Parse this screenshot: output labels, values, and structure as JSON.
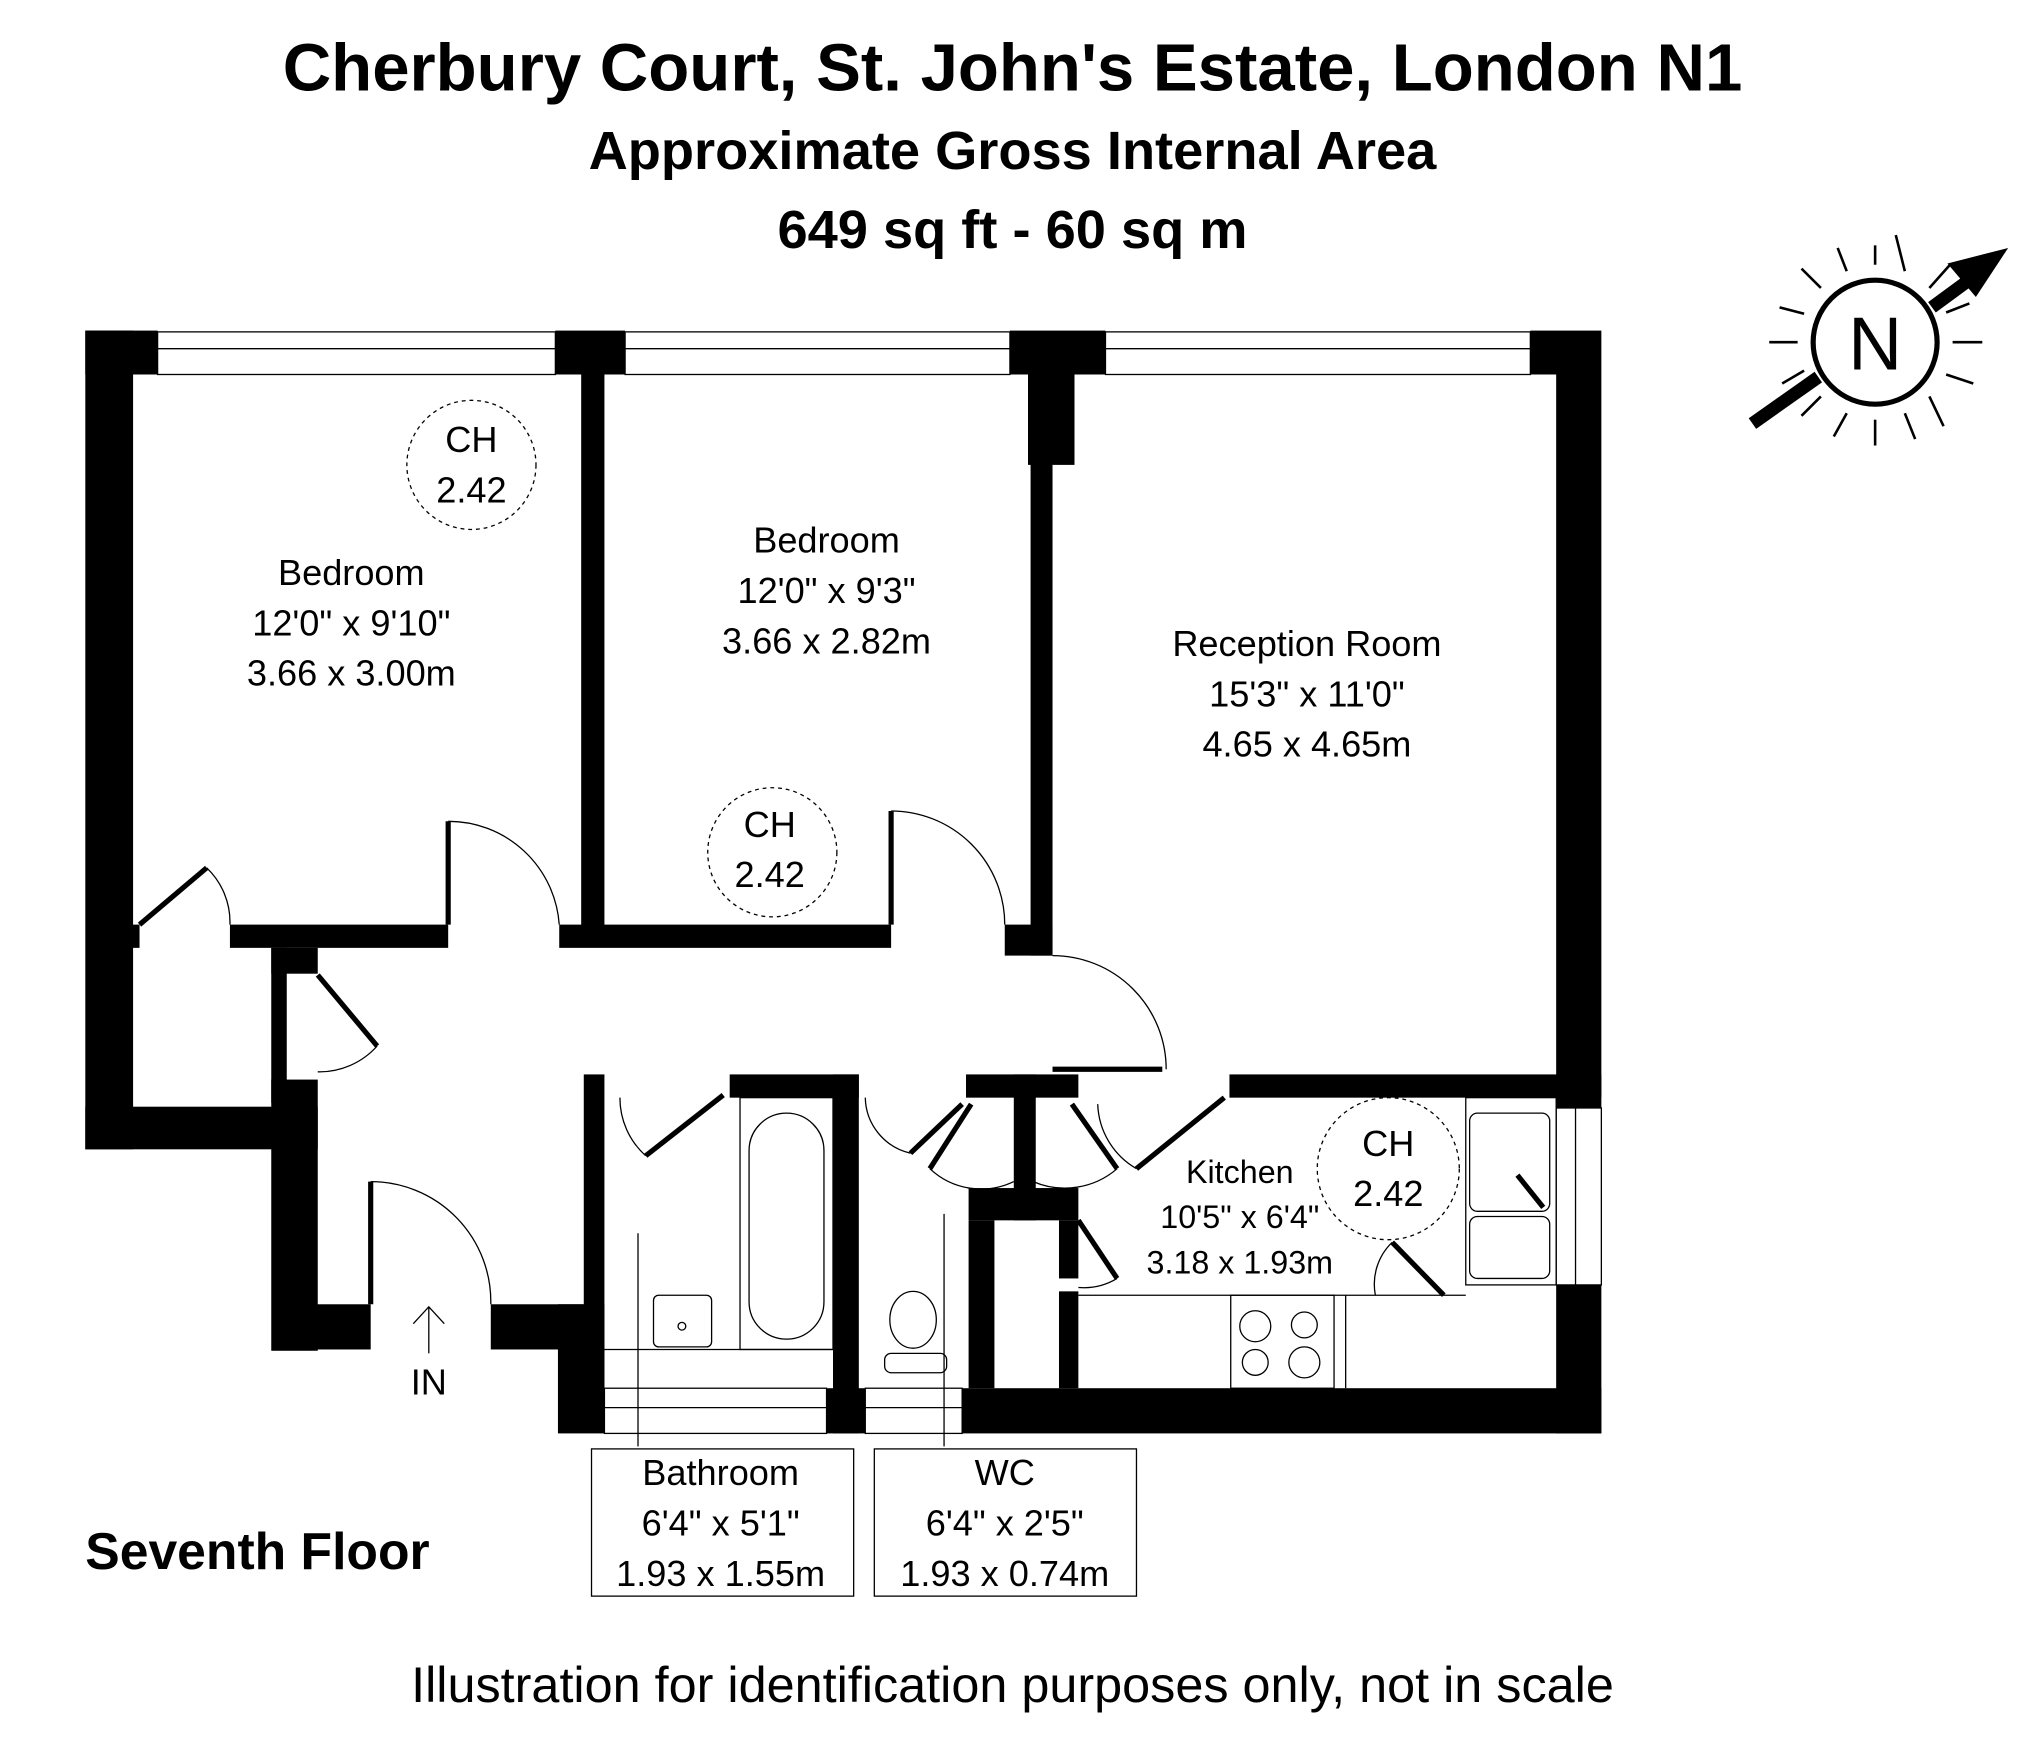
{
  "header": {
    "title": "Cherbury Court, St. John's Estate, London N1",
    "subtitle": "Approximate Gross Internal Area",
    "area": "649 sq ft - 60 sq m"
  },
  "compass": {
    "label": "N"
  },
  "rooms": {
    "bedroom1": {
      "name": "Bedroom",
      "imperial": "12'0\" x 9'10\"",
      "metric": "3.66 x 3.00m",
      "ch_label": "CH",
      "ch_value": "2.42"
    },
    "bedroom2": {
      "name": "Bedroom",
      "imperial": "12'0\" x 9'3\"",
      "metric": "3.66 x 2.82m",
      "ch_label": "CH",
      "ch_value": "2.42"
    },
    "reception": {
      "name": "Reception Room",
      "imperial": "15'3\" x 11'0\"",
      "metric": "4.65 x 4.65m"
    },
    "kitchen": {
      "name": "Kitchen",
      "imperial": "10'5\" x 6'4\"",
      "metric": "3.18 x 1.93m",
      "ch_label": "CH",
      "ch_value": "2.42"
    },
    "bathroom": {
      "name": "Bathroom",
      "imperial": "6'4\" x 5'1\"",
      "metric": "1.93 x 1.55m"
    },
    "wc": {
      "name": "WC",
      "imperial": "6'4\" x 2'5\"",
      "metric": "1.93 x 0.74m"
    }
  },
  "entrance": {
    "label": "IN"
  },
  "floor_label": "Seventh Floor",
  "disclaimer": "Illustration for identification purposes only, not in scale"
}
